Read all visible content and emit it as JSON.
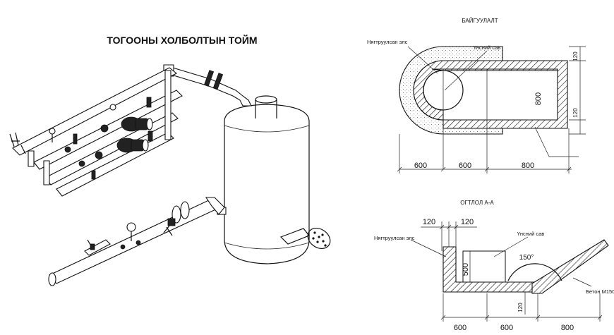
{
  "title": "ТОГООНЫ ХОЛБОЛТЫН ТОЙМ",
  "plan": {
    "heading": "БАЙГУУЛАЛТ",
    "label_masonry": "Нягтруулсан элс",
    "label_pit": "Үнсний сав",
    "dims": {
      "d600a": "600",
      "d600b": "600",
      "d800": "800",
      "h800": "800",
      "h120a": "120",
      "h120b": "120"
    }
  },
  "section": {
    "heading": "ОГТЛОЛ А-А",
    "label_masonry": "Нягтруулсан элс",
    "label_pit": "Үнсний сав",
    "label_concrete": "Бетон М150",
    "angle": "150°",
    "dims": {
      "t120a": "120",
      "t120b": "120",
      "h500": "500",
      "h120": "120",
      "b600a": "600",
      "b600b": "600",
      "b800": "800"
    }
  }
}
